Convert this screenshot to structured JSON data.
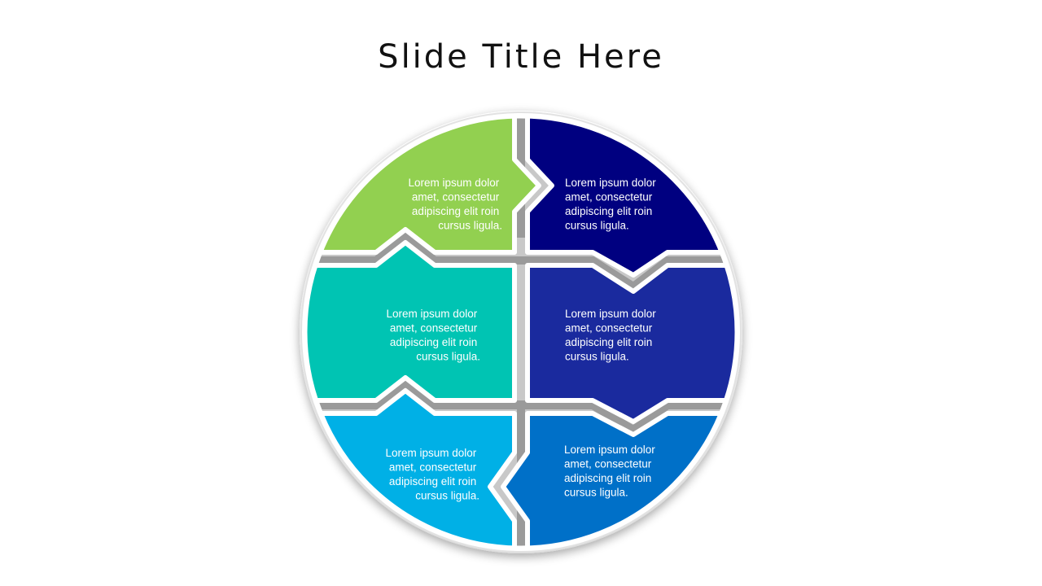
{
  "slide": {
    "title": "Slide Title Here"
  },
  "segments": [
    {
      "id": "top-left",
      "color": "#92d050",
      "lines": [
        "Lorem ipsum dolor",
        "amet, consectetur",
        "adipiscing elit roin",
        "cursus ligula."
      ]
    },
    {
      "id": "top-right",
      "color": "#000080",
      "lines": [
        "Lorem ipsum dolor",
        "amet, consectetur",
        "adipiscing elit roin",
        "cursus ligula."
      ]
    },
    {
      "id": "middle-left",
      "color": "#00c4b3",
      "lines": [
        "Lorem ipsum dolor",
        "amet, consectetur",
        "adipiscing elit roin",
        "cursus ligula."
      ]
    },
    {
      "id": "middle-right",
      "color": "#1a2a9e",
      "lines": [
        "Lorem ipsum dolor",
        "amet, consectetur",
        "adipiscing elit roin",
        "cursus ligula."
      ]
    },
    {
      "id": "bottom-left",
      "color": "#00b0e6",
      "lines": [
        "Lorem ipsum dolor",
        "amet, consectetur",
        "adipiscing elit roin",
        "cursus ligula."
      ]
    },
    {
      "id": "bottom-right",
      "color": "#0070c8",
      "lines": [
        "Lorem ipsum dolor",
        "amet, consectetur",
        "adipiscing elit roin",
        "cursus ligula."
      ]
    }
  ]
}
